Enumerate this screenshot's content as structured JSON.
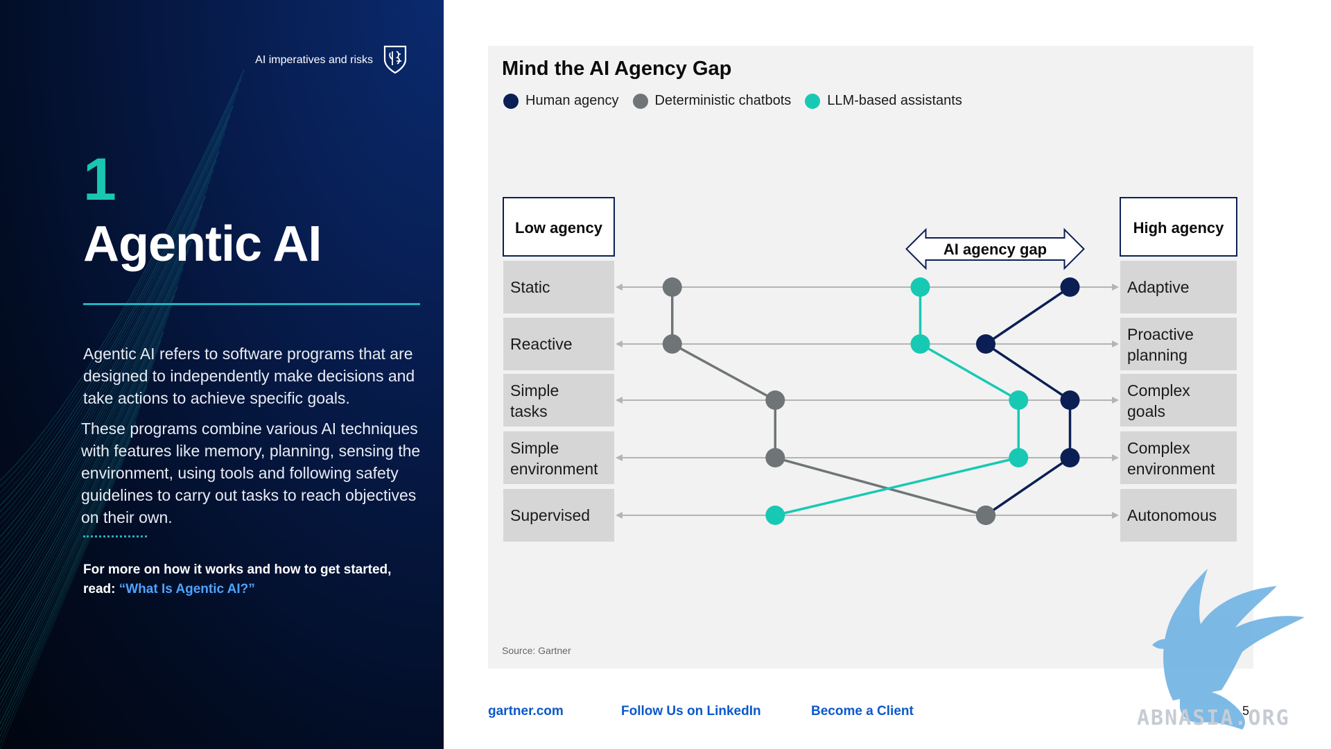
{
  "header": {
    "label": "AI imperatives and risks",
    "icon": "shield-brain-icon"
  },
  "section": {
    "number": "1",
    "title": "Agentic AI",
    "paragraph1": "Agentic AI refers to software programs that are designed to independently make decisions and take actions to achieve specific goals.",
    "paragraph2": "These programs combine various AI techniques with features like memory, planning, sensing the environment, using tools and following safety guidelines to carry out tasks to reach objectives on their own.",
    "more_prefix": "For more on how it works and how to get started, read: ",
    "more_link": "“What Is Agentic AI?”"
  },
  "chart": {
    "title": "Mind the AI Agency Gap",
    "source": "Source: Gartner",
    "gap_label": "AI agency gap",
    "low_label": "Low agency",
    "high_label": "High agency"
  },
  "chart_data": {
    "type": "line",
    "categories_low": [
      "Static",
      "Reactive",
      "Simple tasks",
      "Simple environment",
      "Supervised"
    ],
    "categories_high": [
      "Adaptive",
      "Proactive planning",
      "Complex goals",
      "Complex environment",
      "Autonomous"
    ],
    "series": [
      {
        "name": "Human agency",
        "color": "#0b1f55",
        "values": [
          0.94,
          0.76,
          0.94,
          0.94,
          0.76
        ]
      },
      {
        "name": "Deterministic chatbots",
        "color": "#6f7577",
        "values": [
          0.09,
          0.09,
          0.31,
          0.31,
          0.76
        ]
      },
      {
        "name": "LLM-based assistants",
        "color": "#17c9b3",
        "values": [
          0.62,
          0.62,
          0.83,
          0.83,
          0.31
        ]
      }
    ],
    "xlim": [
      0,
      1
    ]
  },
  "footer": {
    "links": [
      "gartner.com",
      "Follow Us on LinkedIn",
      "Become a Client"
    ],
    "page_number": "5"
  },
  "watermark": {
    "text": "ABNASIA.ORG"
  }
}
